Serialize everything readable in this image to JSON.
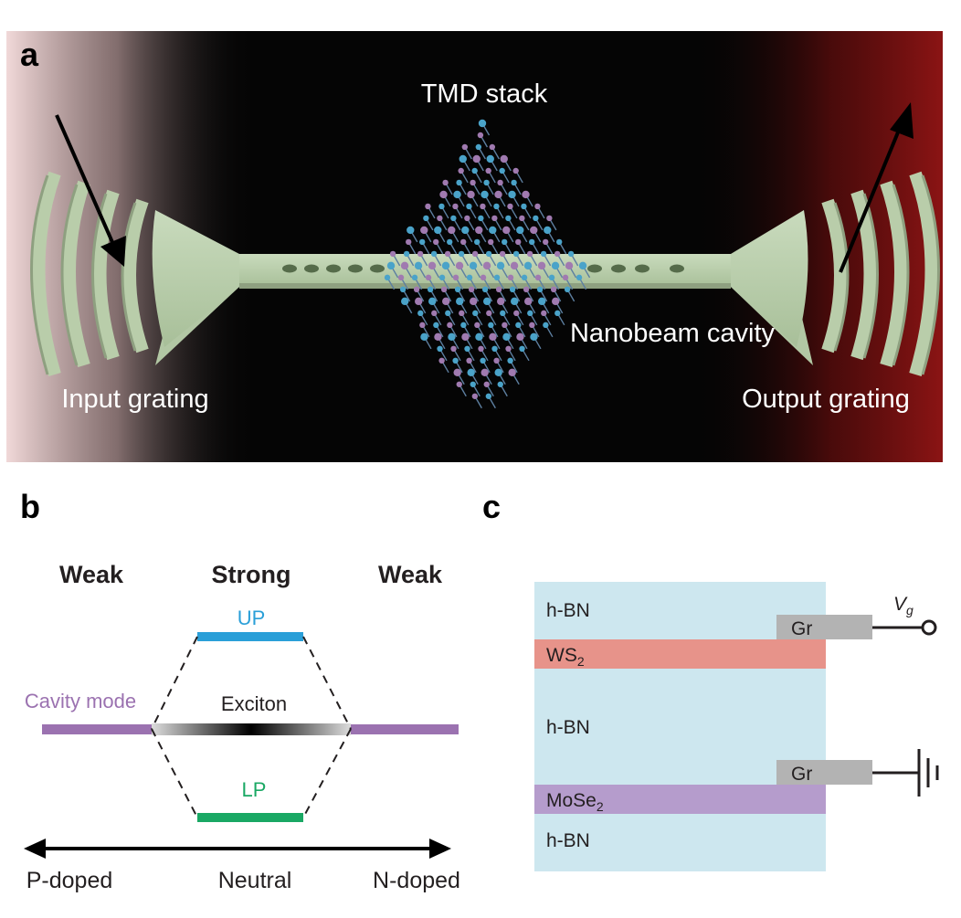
{
  "panel_a": {
    "letter": "a",
    "tmd_label": "TMD stack",
    "cavity_label": "Nanobeam cavity",
    "input_label": "Input grating",
    "output_label": "Output grating",
    "colors": {
      "background": "#050505",
      "waveguide": "#c6d8b9",
      "input_glow": "#f1d9d9",
      "output_glow": "#8b1414",
      "atom_a": "#4aa3c9",
      "atom_b": "#a07ab0"
    }
  },
  "panel_b": {
    "letter": "b",
    "regime_left": "Weak",
    "regime_center": "Strong",
    "regime_right": "Weak",
    "up_label": "UP",
    "lp_label": "LP",
    "exciton_label": "Exciton",
    "cavity_label": "Cavity mode",
    "axis_left": "P-doped",
    "axis_center": "Neutral",
    "axis_right": "N-doped",
    "colors": {
      "up": "#2a9fd8",
      "lp": "#1aa864",
      "cavity": "#9b72b0"
    }
  },
  "panel_c": {
    "letter": "c",
    "layers": {
      "hbn_top": "h-BN",
      "ws2": "WS",
      "ws2_sub": "2",
      "hbn_mid": "h-BN",
      "mose2": "MoSe",
      "mose2_sub": "2",
      "hbn_bottom": "h-BN"
    },
    "gr_top": "Gr",
    "gr_bottom": "Gr",
    "vg_main": "V",
    "vg_sub": "g",
    "colors": {
      "hbn": "#cde7ef",
      "ws2": "#e7938a",
      "mose2": "#b59ccc",
      "gr": "#b3b3b3"
    }
  }
}
